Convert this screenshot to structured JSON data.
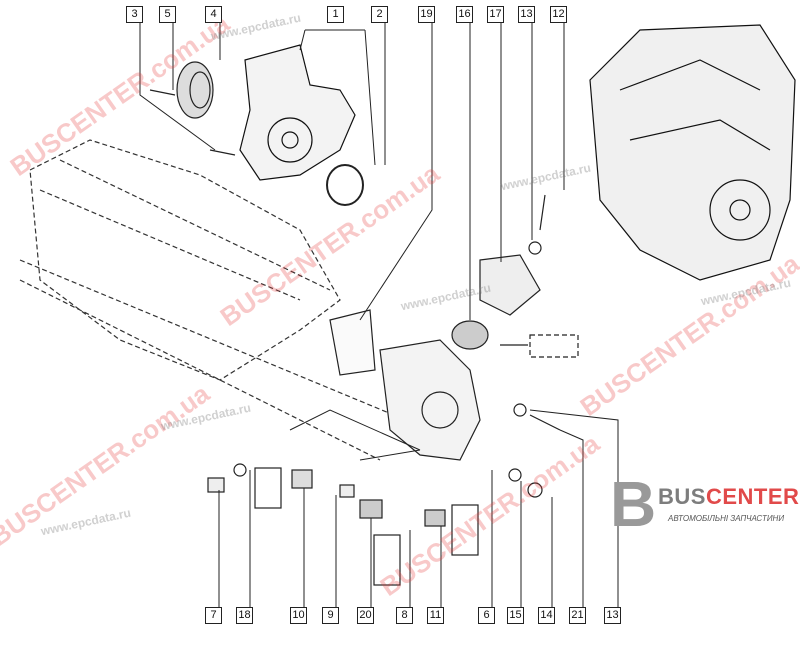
{
  "callouts_top": [
    "3",
    "5",
    "4",
    "1",
    "2",
    "19",
    "16",
    "17",
    "13",
    "12"
  ],
  "callouts_bottom": [
    "7",
    "18",
    "10",
    "9",
    "20",
    "8",
    "11",
    "6",
    "15",
    "14",
    "21",
    "13"
  ],
  "watermarks": {
    "busc": "BUSCENTER.com.ua",
    "epc": "www.epcdata.ru"
  },
  "logo": {
    "letter": "B",
    "bus": "BUS",
    "center": "CENTER",
    "subtitle": "АВТОМОБІЛЬНІ ЗАПЧАСТИНИ"
  },
  "colors": {
    "watermark": "#e63c3c",
    "line": "#222222"
  }
}
